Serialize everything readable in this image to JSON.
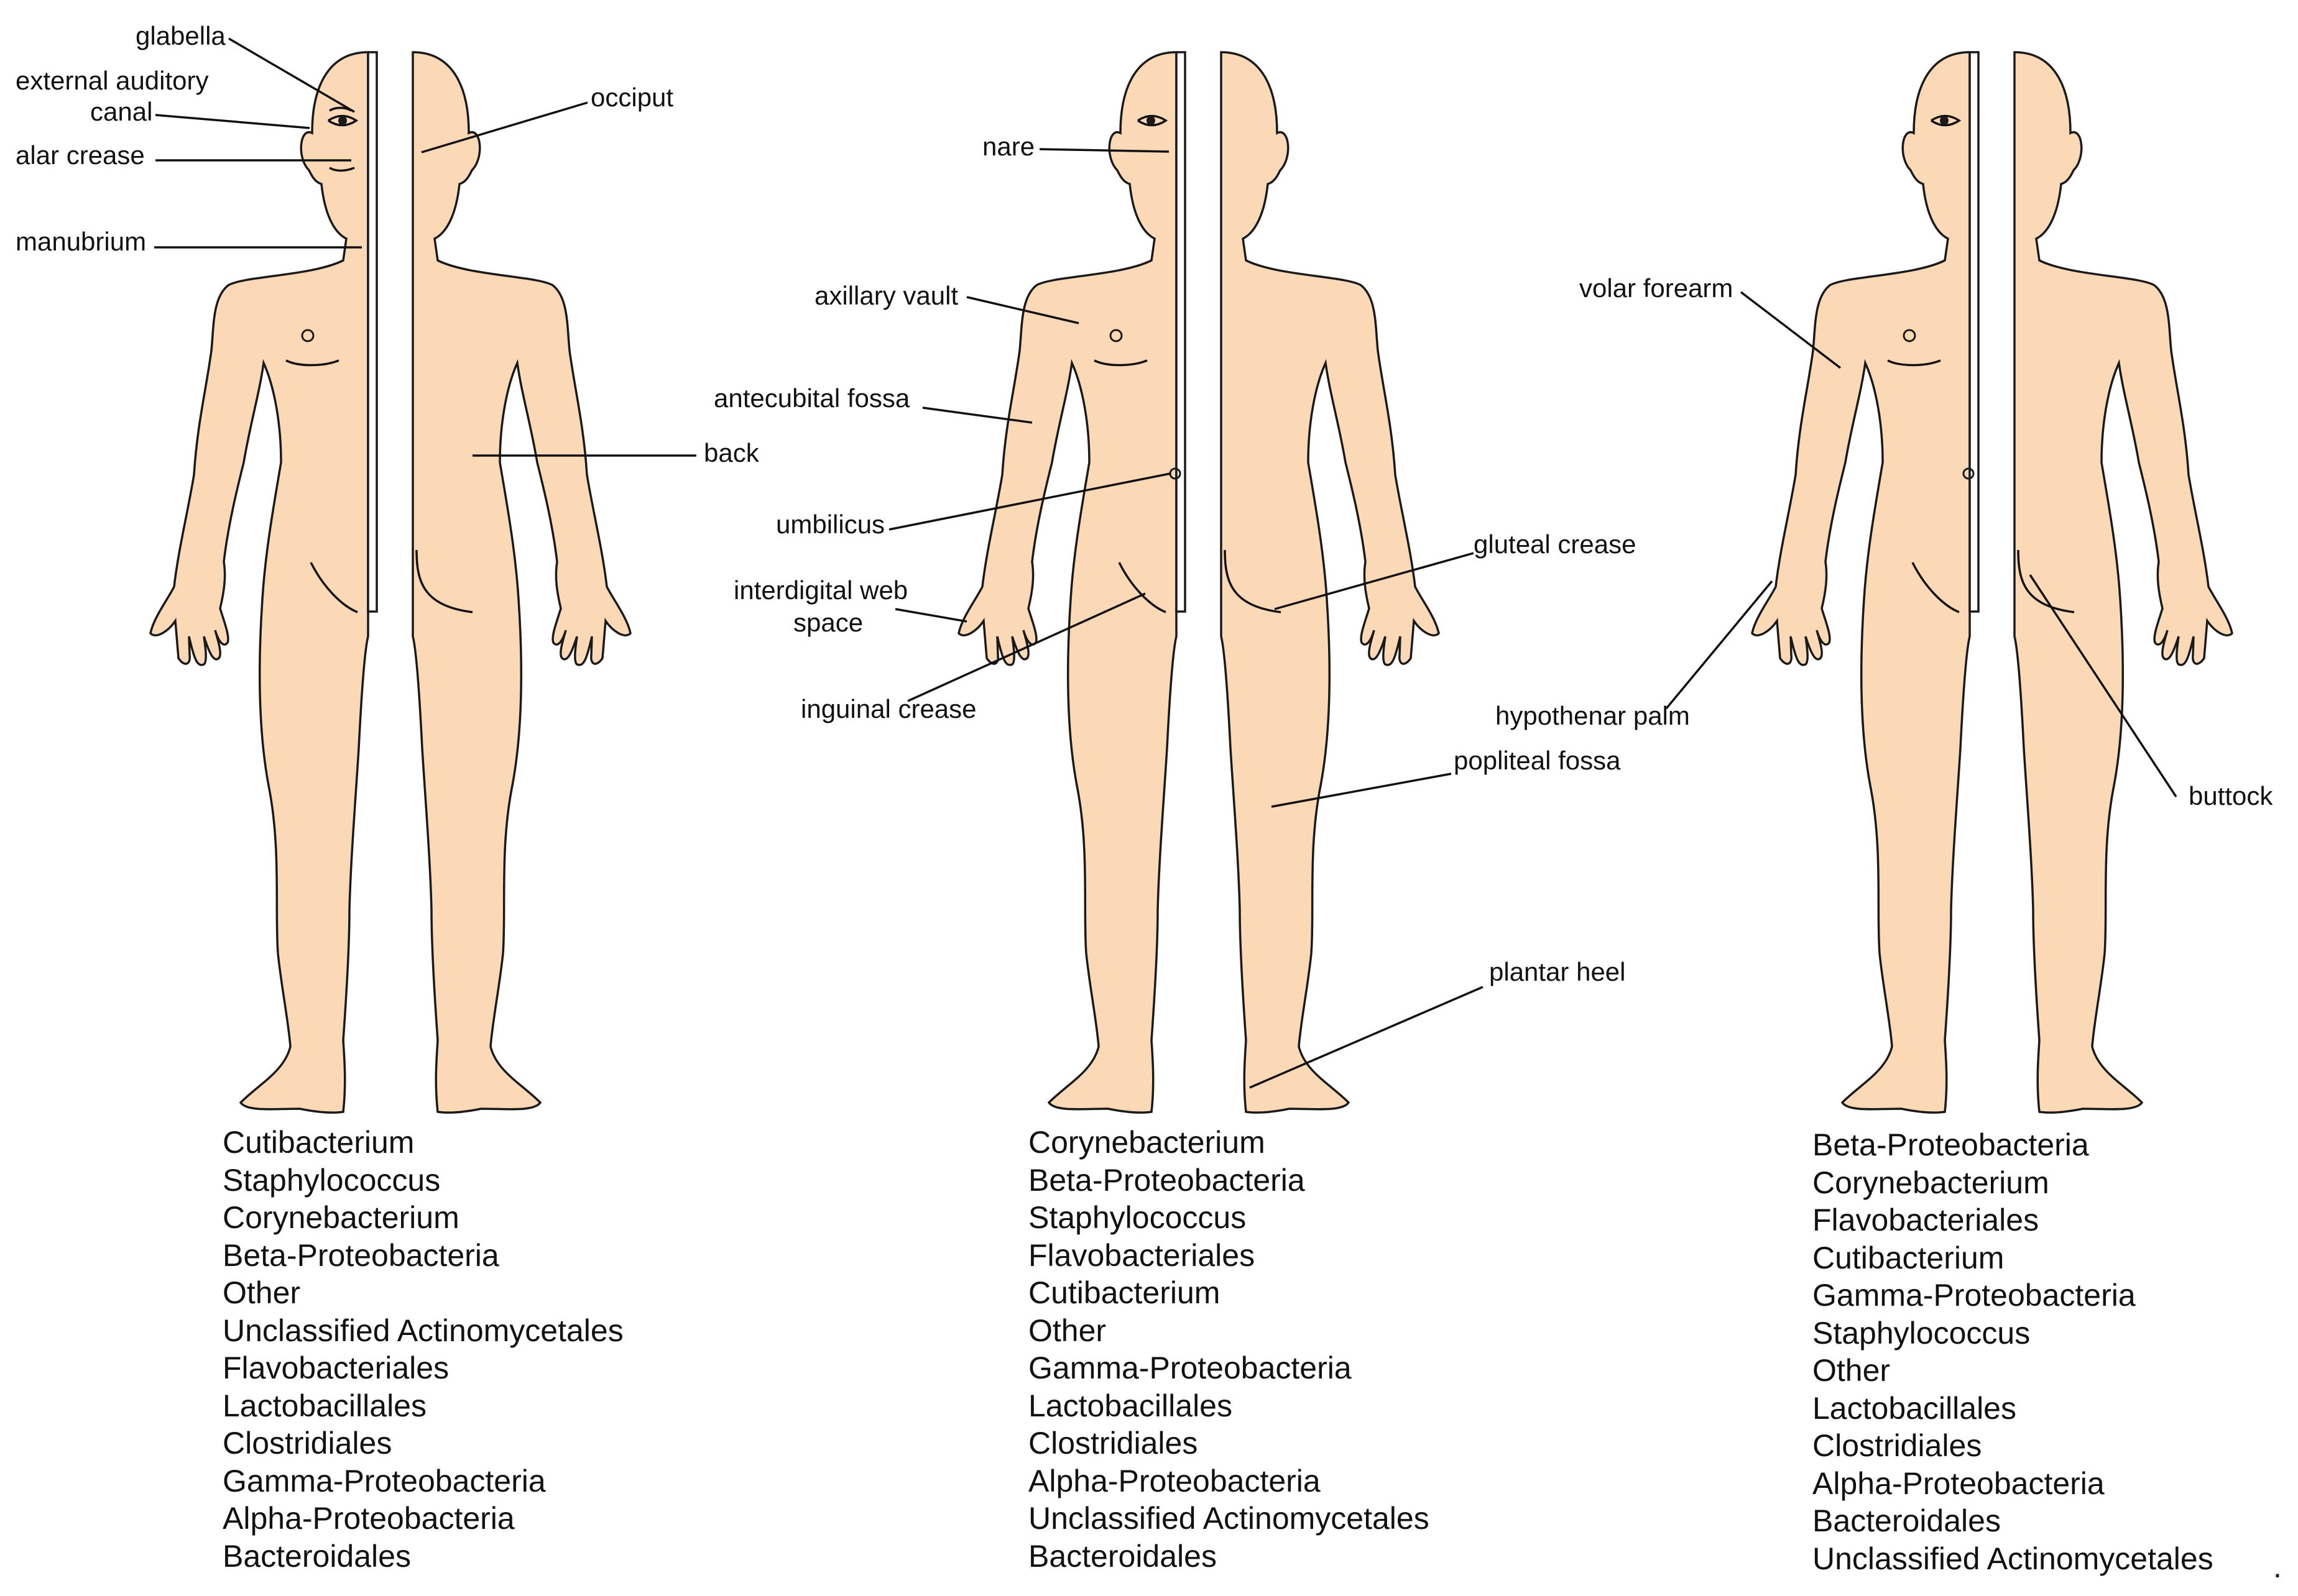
{
  "colors": {
    "skin": "#fcd9b6",
    "outline": "#1a1a1a",
    "text": "#111111",
    "background": "#ffffff"
  },
  "labels": {
    "glabella": "glabella",
    "external_auditory_1": "external auditory",
    "external_auditory_2": "canal",
    "alar_crease": "alar crease",
    "manubrium": "manubrium",
    "occiput": "occiput",
    "back": "back",
    "nare": "nare",
    "axillary_vault": "axillary vault",
    "antecubital_fossa": "antecubital fossa",
    "umbilicus": "umbilicus",
    "interdigital_web_1": "interdigital web",
    "interdigital_web_2": "space",
    "inguinal_crease": "inguinal crease",
    "gluteal_crease": "gluteal crease",
    "popliteal_fossa": "popliteal fossa",
    "plantar_heel": "plantar heel",
    "volar_forearm": "volar forearm",
    "hypothenar_palm": "hypothenar palm",
    "buttock": "buttock"
  },
  "lists": {
    "sebaceous": [
      "Cutibacterium",
      "Staphylococcus",
      "Corynebacterium",
      "Beta-Proteobacteria",
      "Other",
      "Unclassified Actinomycetales",
      "Flavobacteriales",
      "Lactobacillales",
      "Clostridiales",
      "Gamma-Proteobacteria",
      "Alpha-Proteobacteria",
      "Bacteroidales"
    ],
    "moist": [
      "Corynebacterium",
      "Beta-Proteobacteria",
      "Staphylococcus",
      "Flavobacteriales",
      "Cutibacterium",
      "Other",
      "Gamma-Proteobacteria",
      "Lactobacillales",
      "Clostridiales",
      "Alpha-Proteobacteria",
      "Unclassified Actinomycetales",
      "Bacteroidales"
    ],
    "dry": [
      "Beta-Proteobacteria",
      "Corynebacterium",
      "Flavobacteriales",
      "Cutibacterium",
      "Gamma-Proteobacteria",
      "Staphylococcus",
      "Other",
      "Lactobacillales",
      "Clostridiales",
      "Alpha-Proteobacteria",
      "Bacteroidales",
      "Unclassified Actinomycetales"
    ]
  },
  "trailing_mark": "."
}
